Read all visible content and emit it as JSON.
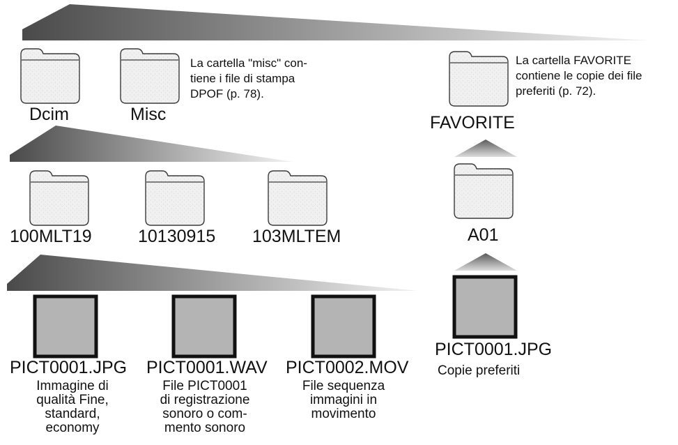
{
  "root_folders": [
    {
      "label": "Dcim"
    },
    {
      "label": "Misc"
    },
    {
      "label": "FAVORITE"
    }
  ],
  "notes": {
    "misc": "La cartella \"misc\" con-\ntiene i file di stampa\nDPOF (p. 78).",
    "favorite": "La cartella FAVORITE\ncontiene le copie dei file\npreferiti (p. 72)."
  },
  "dcim_folders": [
    {
      "label": "100MLT19"
    },
    {
      "label": "10130915"
    },
    {
      "label": "103MLTEM"
    }
  ],
  "favorite_folders": [
    {
      "label": "A01"
    }
  ],
  "files": [
    {
      "name": "PICT0001.JPG",
      "desc": "Immagine di\nqualità Fine,\nstandard,\neconomy"
    },
    {
      "name": "PICT0001.WAV",
      "desc": "File  PICT0001\ndi registrazione\nsonoro o com-\nmento sonoro"
    },
    {
      "name": "PICT0002.MOV",
      "desc": "File sequenza\nimmagini in\nmovimento"
    }
  ],
  "favorite_file": {
    "name": "PICT0001.JPG",
    "desc": "Copie preferiti"
  },
  "colors": {
    "gradient_dark": "#4a4a4a",
    "gradient_light": "#f2f2f2",
    "folder_fill": "#f0f0f0",
    "file_fill": "#b4b4b4",
    "file_border": "#111111"
  }
}
